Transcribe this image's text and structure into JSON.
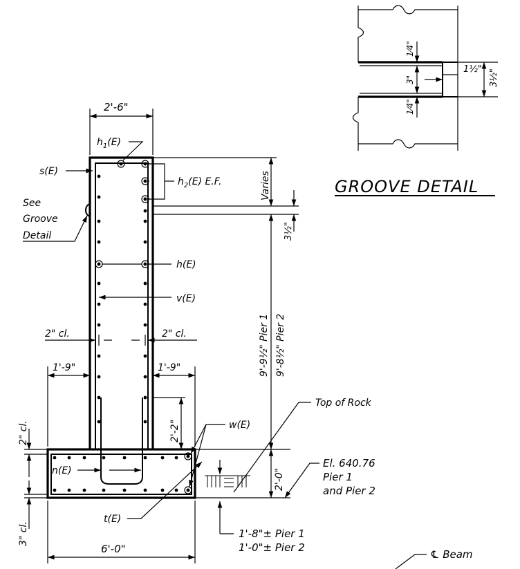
{
  "groove_detail": {
    "title": "GROOVE DETAIL",
    "dim_top": "1⁄4\"",
    "dim_mid": "3\"",
    "dim_bot": "1⁄4\"",
    "dim_depth": "1½\"",
    "dim_total": "3½\""
  },
  "wall": {
    "width": "2'-6\"",
    "h1": "h1(E)",
    "s": "s(E)",
    "h2": "h2(E) E.F.",
    "varies": "Varies",
    "see_groove": [
      "See",
      "Groove",
      "Detail"
    ],
    "groove_gap": "3½\"",
    "h": "h(E)",
    "v": "v(E)",
    "clear_left": "2\" cl.",
    "clear_right": "2\" cl.",
    "height_pier1": "9'-9½\" Pier 1",
    "height_pier2": "9'-8½\" Pier 2"
  },
  "footing": {
    "left_ext": "1'-9\"",
    "right_ext": "1'-9\"",
    "top_of_rock": "Top of Rock",
    "w": "w(E)",
    "lap": "2'-2\"",
    "clear_top": "2\" cl.",
    "n": "n(E)",
    "depth": "2'-0\"",
    "elevation": [
      "El. 640.76",
      "Pier 1",
      "and Pier 2"
    ],
    "clear_bot": "3\" cl.",
    "t": "t(E)",
    "embed_pier1": "1'-8\"± Pier 1",
    "embed_pier2": "1'-0\"± Pier 2",
    "width": "6'-0\"",
    "beam": "℄ Beam"
  }
}
